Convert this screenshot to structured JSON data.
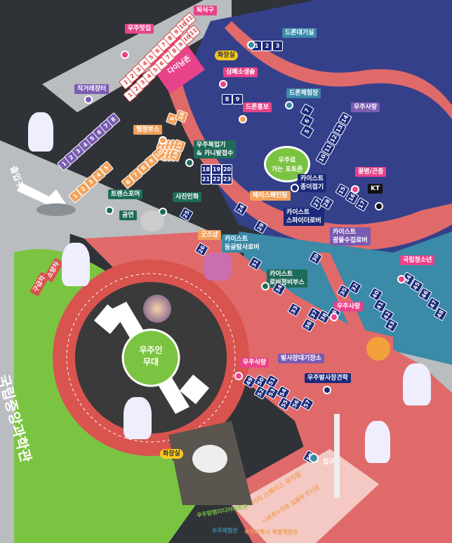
{
  "labels": {
    "exit": "퇴식구",
    "space_restaurant": "우주맛집",
    "restroom_top": "화장실",
    "drone_racing": "드론대기실",
    "dining": "다이닝존",
    "direct_market": "직거래장터",
    "cpr": "심폐소생술",
    "drone_experience": "드론체험장",
    "drone_promo": "드론홍보",
    "space_photo": "우주사랑",
    "admin_booth": "행정부스",
    "space_combine": "우주복입기\n& 카니발접수",
    "space_forport": "우주로\n가는 포토존",
    "kaist_paper": "카이스트\n종이접기",
    "balloon": "꿀병/곤충",
    "kt": "KT",
    "entrance": "출입구",
    "transformer": "트랜스포머",
    "photo_print": "사진인화",
    "performance": "공연",
    "face_painting": "페이스페인팅",
    "kaist_spider": "카이스트\n스파이더로버",
    "kaist_mineral": "카이스트\n광물수집로버",
    "goods": "굿즈샵",
    "kaist_cave": "카이스트\n동굴탐사로버",
    "national_youth": "국립청소년",
    "kaist_rover": "카이스트\n로버정비부스",
    "space_love2": "우주사랑",
    "ambulance": "구급차",
    "firetruck": "소방차",
    "space_stage": "우주인\n무대",
    "space_food": "우주식량",
    "launch_wait": "발사장대기장소",
    "launch_tour": "우주발사장견학",
    "restroom_bottom": "화장실",
    "entrance2": "입구",
    "national_science": "국립중앙과학관",
    "carry_space": "커리 스페이스 뮤지엄",
    "nuri_exhibit": "나로호누리호 실물체 전시관",
    "media_hall": "우주탐험미디어아트관",
    "space_exp": "우주체험관",
    "special_exhibit": "우주비행사 특별체험관"
  },
  "numbers": {
    "restaurant": [
      "1",
      "2",
      "3",
      "4",
      "5",
      "6",
      "7",
      "8",
      "9",
      "10",
      "11"
    ],
    "dining_col": [
      "1",
      "2",
      "3",
      "4",
      "5",
      "6",
      "7",
      "8",
      "9",
      "10",
      "11"
    ],
    "direct": [
      "1",
      "2",
      "3",
      "4",
      "5",
      "6",
      "7",
      "8"
    ],
    "drone_top": [
      "1",
      "2",
      "3"
    ],
    "cpr": [
      "8",
      "9"
    ],
    "admin_a": [
      "9",
      "10"
    ],
    "admin_b": [
      "11",
      "12",
      "13",
      "14",
      "15",
      "16",
      "17",
      "18",
      "19"
    ],
    "orange_row": [
      "1",
      "2",
      "3",
      "4",
      "5",
      "6",
      "7",
      "8",
      "9",
      "10"
    ],
    "combine_a": [
      "18",
      "19",
      "20"
    ],
    "combine_b": [
      "21",
      "22",
      "23"
    ],
    "drone_exp": [
      "7",
      "6",
      "5"
    ],
    "space_love": [
      "14",
      "13",
      "12",
      "11",
      "10"
    ],
    "mid": [
      "15",
      "16",
      "17"
    ],
    "kaist_p": [
      "27",
      "28"
    ],
    "misc": [
      "24",
      "25",
      "26",
      "29",
      "30",
      "31",
      "32",
      "33",
      "34",
      "35",
      "36",
      "37",
      "38",
      "39",
      "40",
      "41",
      "42",
      "43",
      "44",
      "45",
      "46",
      "47",
      "48"
    ],
    "food": [
      "49",
      "50",
      "51",
      "52",
      "53",
      "54",
      "55",
      "56",
      "57",
      "58"
    ]
  },
  "colors": {
    "background": "#2f3337",
    "blue_zone": "#35408a",
    "teal_zone": "#3a8aa8",
    "road_pink": "#e06a6a",
    "road_grey": "#b9bdbf",
    "green_area": "#7bc442",
    "track": "#d9534f"
  }
}
